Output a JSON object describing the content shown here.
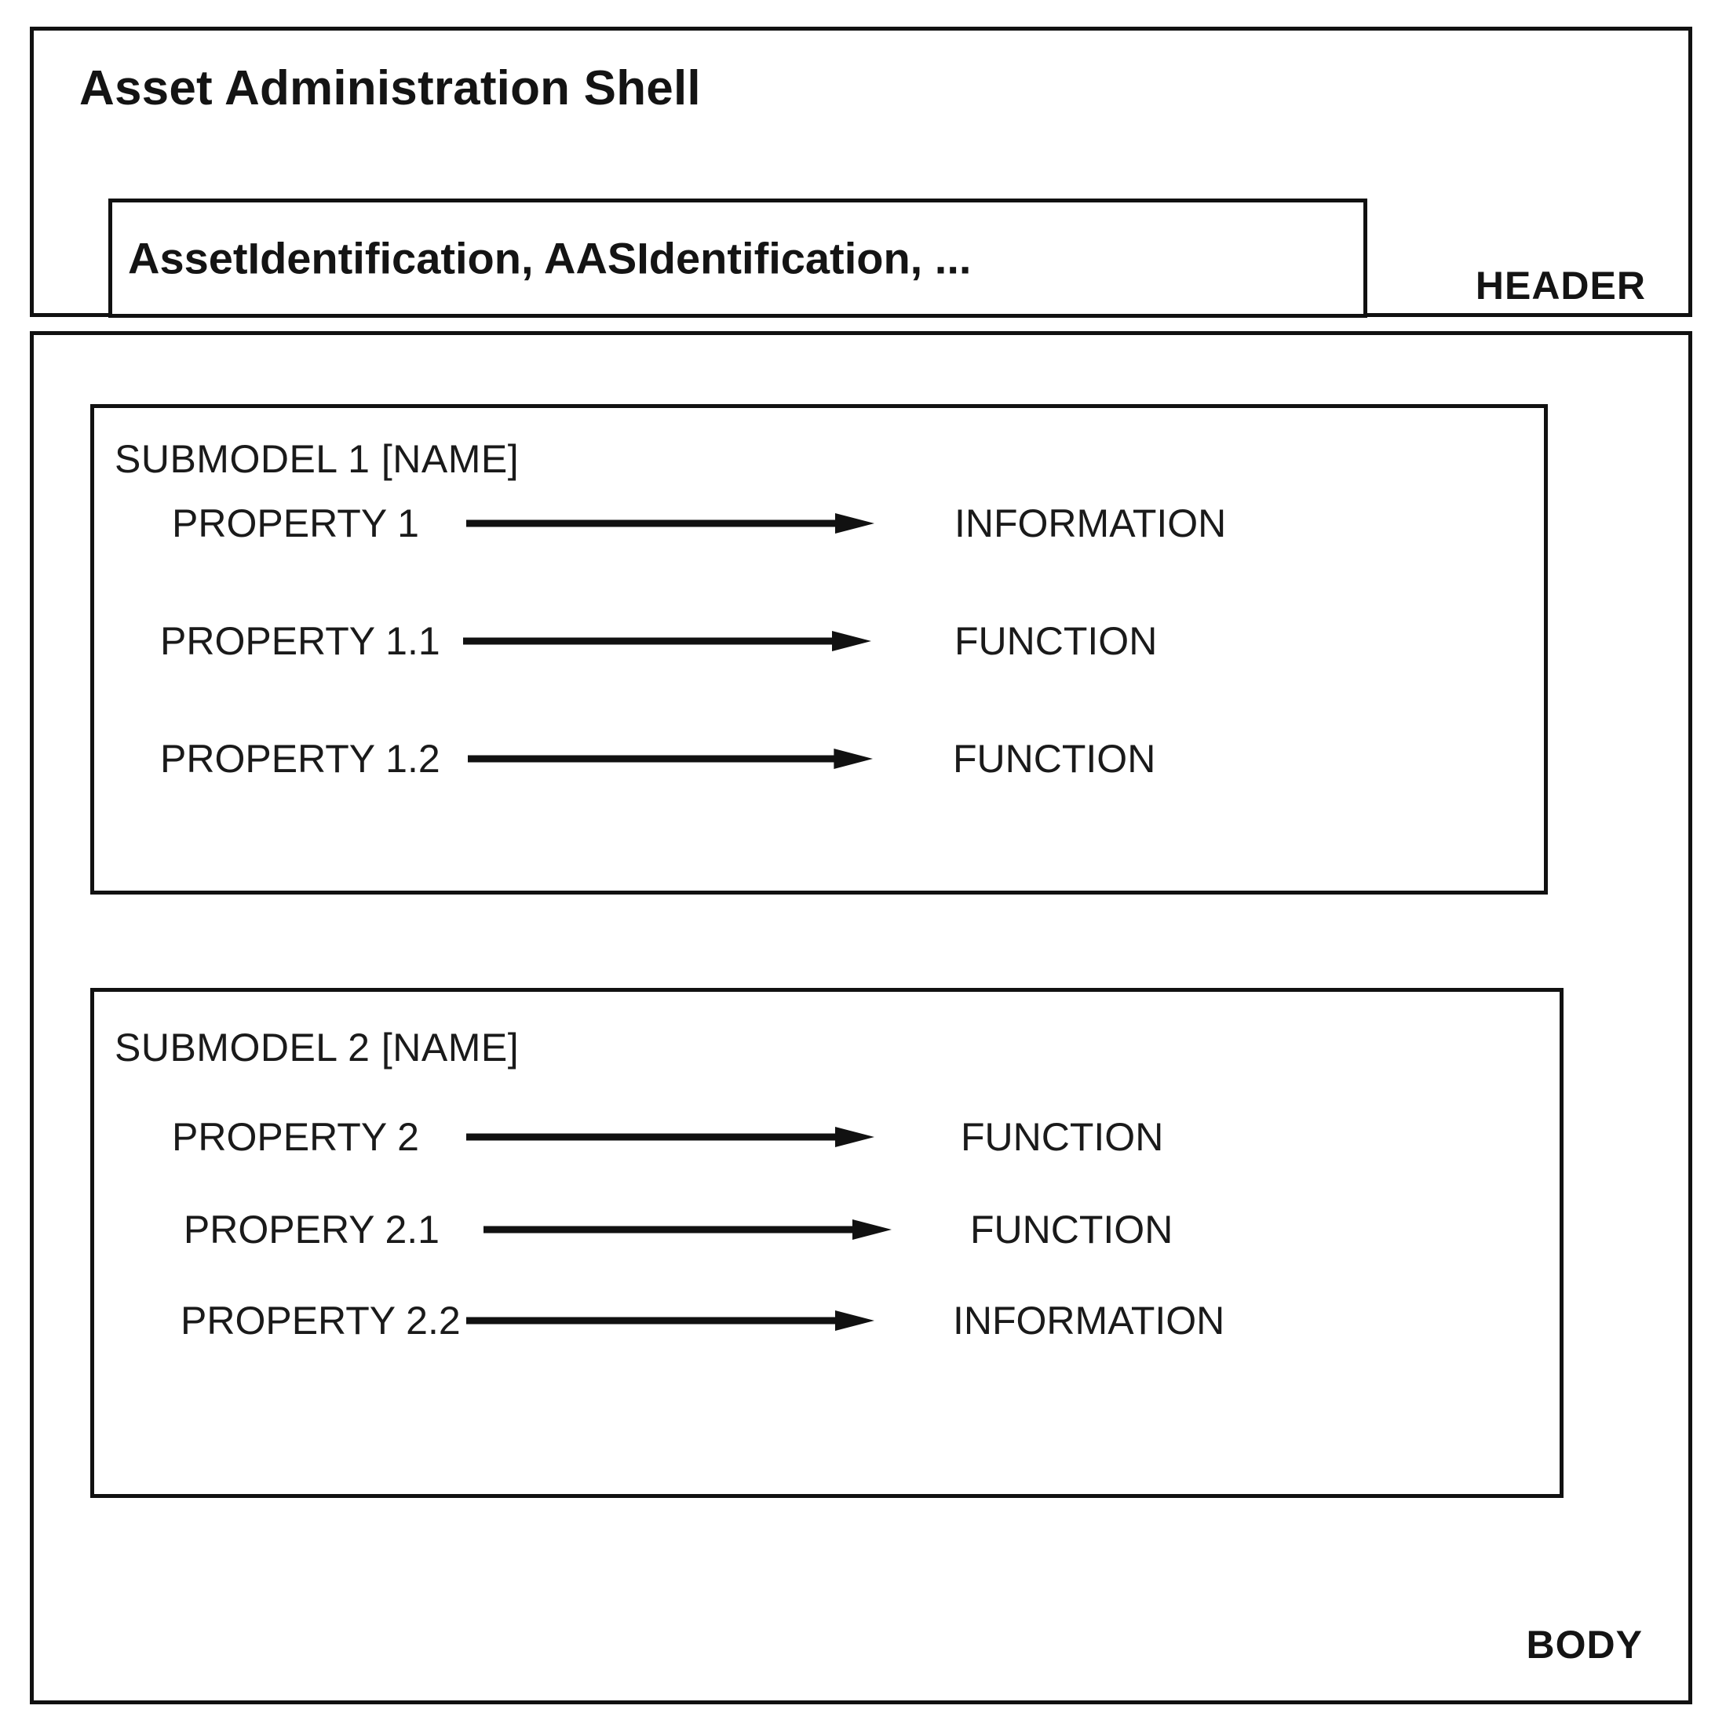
{
  "diagram": {
    "colors": {
      "stroke": "#111111",
      "text": "#141414",
      "background": "#ffffff"
    },
    "header": {
      "title": "Asset Administration Shell",
      "identification": "AssetIdentification, AASIdentification, ...",
      "section_label": "HEADER"
    },
    "body": {
      "section_label": "BODY",
      "submodels": [
        {
          "title": "SUBMODEL 1 [NAME]",
          "rows": [
            {
              "property": "PROPERTY 1",
              "relation": "arrow-right",
              "target": "INFORMATION"
            },
            {
              "property": "PROPERTY 1.1",
              "relation": "arrow-right",
              "target": "FUNCTION"
            },
            {
              "property": "PROPERTY 1.2",
              "relation": "arrow-right",
              "target": "FUNCTION"
            }
          ]
        },
        {
          "title": "SUBMODEL 2 [NAME]",
          "rows": [
            {
              "property": "PROPERTY 2",
              "relation": "arrow-right",
              "target": "FUNCTION"
            },
            {
              "property": "PROPERY 2.1",
              "relation": "arrow-right",
              "target": "FUNCTION"
            },
            {
              "property": "PROPERTY 2.2",
              "relation": "arrow-right",
              "target": "INFORMATION"
            }
          ]
        }
      ]
    }
  }
}
